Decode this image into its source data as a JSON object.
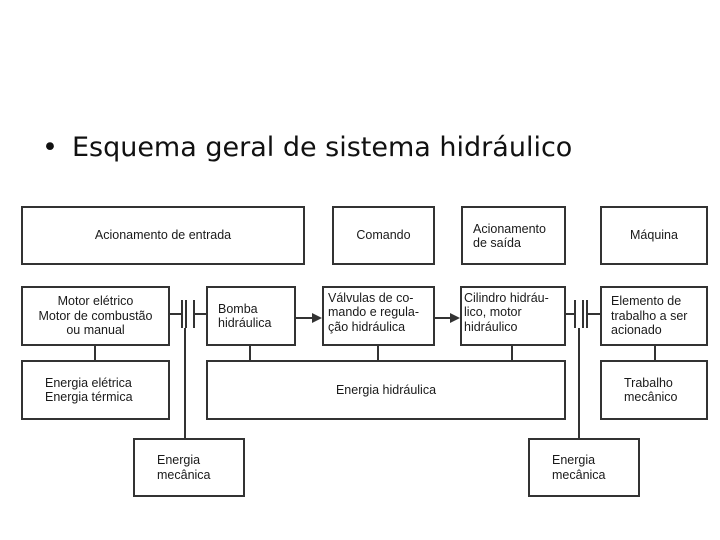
{
  "slide": {
    "bullet": "•",
    "title": "Esquema geral de sistema hidráulico"
  },
  "diagram": {
    "header_row": {
      "input_drive": "Acionamento de entrada",
      "command": "Comando",
      "output_drive": [
        "Acionamento",
        "de saída"
      ],
      "machine": "Máquina"
    },
    "component_row": {
      "motor": [
        "Motor elétrico",
        "Motor de combustão",
        "ou manual"
      ],
      "pump": [
        "Bomba",
        "hidráulica"
      ],
      "valves": [
        "Válvulas de co-",
        "mando e regula-",
        "ção hidráulica"
      ],
      "cylinder": [
        "Cilindro hidráu-",
        "lico, motor",
        "hidráulico"
      ],
      "element": [
        "Elemento de",
        "trabalho a ser",
        "acionado"
      ]
    },
    "energy_row": {
      "electric_thermal": [
        "Energia elétrica",
        "Energia térmica"
      ],
      "hydraulic": "Energia hidráulica",
      "mechanical_work": [
        "Trabalho",
        "mecânico"
      ]
    },
    "bottom_row": {
      "mechanical_left": [
        "Energia",
        "mecânica"
      ],
      "mechanical_right": [
        "Energia",
        "mecânica"
      ]
    }
  }
}
